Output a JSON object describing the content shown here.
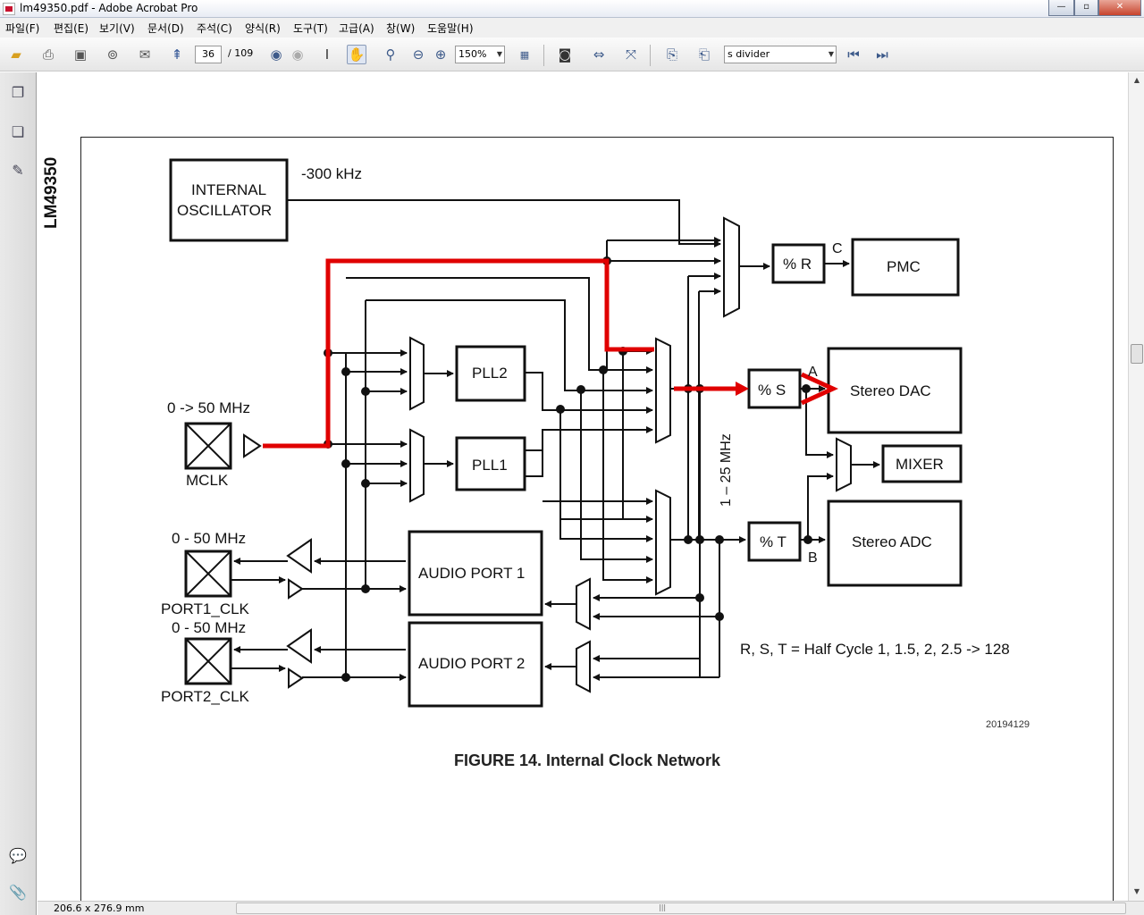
{
  "window": {
    "title": "lm49350.pdf - Adobe Acrobat Pro",
    "min": "—",
    "max": "▫",
    "close": "✕"
  },
  "menu": [
    "파일(F)",
    "편집(E)",
    "보기(V)",
    "문서(D)",
    "주석(C)",
    "양식(R)",
    "도구(T)",
    "고급(A)",
    "창(W)",
    "도움말(H)"
  ],
  "toolbar": {
    "page_current": "36",
    "page_total": "/ 109",
    "zoom": "150%",
    "find": "s divider"
  },
  "status": {
    "page_size": "206.6 x 276.9 mm"
  },
  "document": {
    "side_label": "LM49350",
    "figure_id": "20194129",
    "caption": "FIGURE 14. Internal Clock Network",
    "labels": {
      "osc_line1": "INTERNAL",
      "osc_line2": "OSCILLATOR",
      "osc_freq": "-300 kHz",
      "pll2": "PLL2",
      "pll1": "PLL1",
      "r_div": "% R",
      "s_div": "% S",
      "t_div": "% T",
      "c": "C",
      "a": "A",
      "b": "B",
      "pmc": "PMC",
      "stereo_dac": "Stereo DAC",
      "mixer": "MIXER",
      "stereo_adc": "Stereo ADC",
      "mclk_freq": "0 -> 50 MHz",
      "mclk": "MCLK",
      "port1_freq": "0 - 50 MHz",
      "port1_clk": "PORT1_CLK",
      "port2_freq": "0 - 50 MHz",
      "port2_clk": "PORT2_CLK",
      "audio_port1": "AUDIO PORT 1",
      "audio_port2": "AUDIO PORT 2",
      "range": "1 – 25 MHz",
      "note": "R, S, T = Half Cycle 1, 1.5, 2, 2.5 -> 128"
    }
  },
  "colors": {
    "highlight": "#e00000",
    "line": "#111111"
  }
}
